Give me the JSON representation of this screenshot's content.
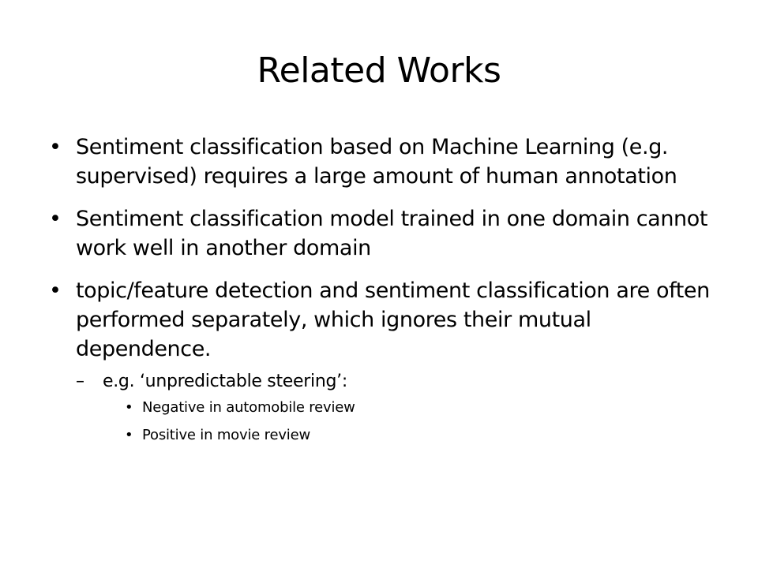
{
  "slide": {
    "title": "Related Works",
    "bullet_symbol": "•",
    "dash_symbol": "–",
    "bullets": [
      "Sentiment classification based on Machine Learning (e.g. supervised) requires a large amount of human annotation",
      "Sentiment classification model trained in one domain cannot work well in another domain",
      "topic/feature detection and sentiment classification are often performed separately, which ignores their mutual dependence."
    ],
    "sub_bullet": "e.g. ‘unpredictable steering’:",
    "sub_sub_bullets": [
      "Negative in automobile review",
      "Positive in movie review"
    ]
  }
}
